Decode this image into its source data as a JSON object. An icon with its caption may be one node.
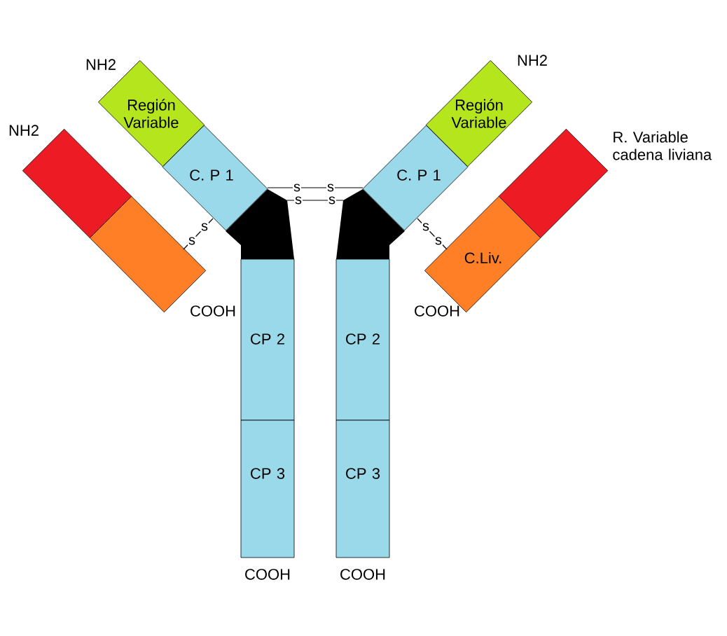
{
  "diagram": {
    "nodes": [
      {
        "text": [
          "Región Variable"
        ],
        "beside": [
          "NH2"
        ]
      },
      {
        "text": [
          "C. P 1"
        ]
      },
      {
        "text": [],
        "shape": "box",
        "beside": [
          "NH2"
        ]
      },
      {
        "text": [],
        "shape": "box",
        "beside": [
          "COOH"
        ]
      },
      {
        "text": [],
        "shape": "polygon"
      },
      {
        "text": [
          "CP 2"
        ]
      },
      {
        "text": [
          "CP 3"
        ],
        "beside": [
          "COOH"
        ]
      },
      {
        "text": [
          "Región Variable"
        ],
        "beside": [
          "NH2"
        ]
      },
      {
        "text": [
          "C. P 1"
        ]
      },
      {
        "text": [],
        "shape": "box",
        "beside": [
          "R. Variable cadena liviana"
        ]
      },
      {
        "text": [
          "C.Liv."
        ],
        "beside": [
          "COOH"
        ]
      },
      {
        "text": [],
        "shape": "polygon"
      },
      {
        "text": [
          "CP 2"
        ]
      },
      {
        "text": [
          "CP 3"
        ],
        "beside": [
          "COOH"
        ]
      }
    ],
    "edges": [
      {
        "from": 4,
        "to": 11,
        "arrow": "none"
      },
      {
        "from": 4,
        "to": 11,
        "arrow": "none"
      },
      {
        "from": 1,
        "to": 3,
        "arrow": "none"
      },
      {
        "from": 8,
        "to": 10,
        "arrow": "none"
      }
    ],
    "labels": [
      "s",
      "s",
      "s",
      "s",
      "s",
      "s",
      "s",
      "s"
    ]
  }
}
